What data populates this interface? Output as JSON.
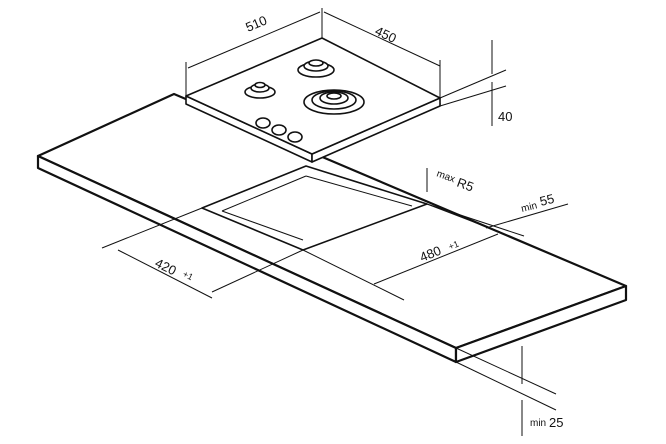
{
  "dimensions": {
    "hob_width": "510",
    "hob_depth": "450",
    "hob_height": "40",
    "max_radius_prefix": "max",
    "max_radius": "R5",
    "min_rear_prefix": "min",
    "min_rear": "55",
    "cutout_width": "480",
    "cutout_width_tol": "+1",
    "cutout_depth": "420",
    "cutout_depth_tol": "+1",
    "min_thickness_prefix": "min",
    "min_thickness": "25"
  },
  "colors": {
    "line": "#111111",
    "background": "#ffffff"
  }
}
